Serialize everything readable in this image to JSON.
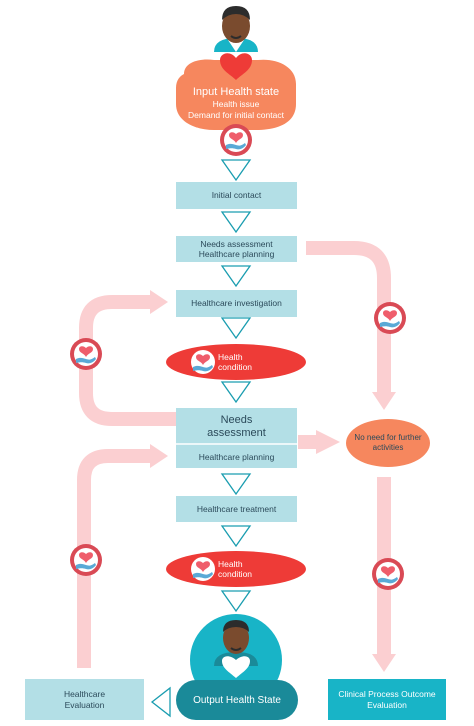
{
  "nodes": {
    "input_state": {
      "title": "Input Health state",
      "line1": "Health issue",
      "line2": "Demand for initial contact"
    },
    "initial_contact": "Initial contact",
    "needs_assessment_1": {
      "line1": "Needs assessment",
      "line2": "Healthcare planning"
    },
    "healthcare_investigation": "Healthcare investigation",
    "health_condition_1": {
      "line1": "Health",
      "line2": "condition"
    },
    "needs_assessment_2": {
      "line1": "Needs",
      "line2": "assessment",
      "line3": "Healthcare planning"
    },
    "no_further": {
      "line1": "No need for further",
      "line2": "activities"
    },
    "healthcare_treatment": "Healthcare treatment",
    "health_condition_2": {
      "line1": "Health",
      "line2": "condition"
    },
    "output_state": "Output Health State",
    "healthcare_evaluation": {
      "line1": "Healthcare",
      "line2": "Evaluation"
    },
    "clinical_outcome": {
      "line1": "Clinical Process Outcome",
      "line2": "Evaluation"
    }
  },
  "colors": {
    "box_fill": "#b3dfe6",
    "loop_arrow": "#fbcfd1",
    "orange_node": "#f6875e",
    "red_node": "#ee3b37",
    "teal_dark": "#1a8a99",
    "teal_bright": "#18b4c7",
    "heart": "#ee3b37",
    "icon_badge": "#d94a55"
  },
  "icons": [
    "person-icon",
    "heart-icon",
    "care-hand-icon",
    "triangle-down-icon",
    "triangle-left-icon"
  ]
}
